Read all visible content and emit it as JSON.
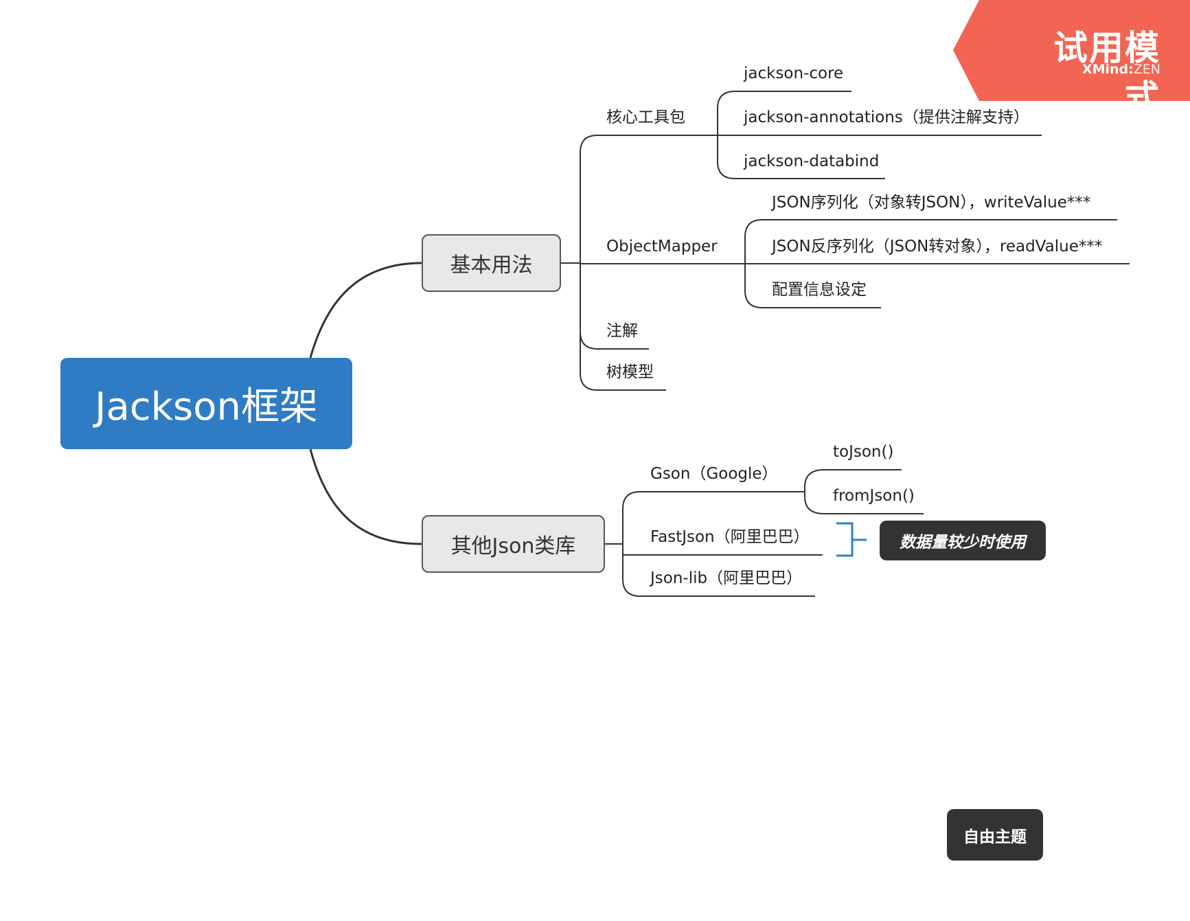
{
  "badge": {
    "title": "试用模式",
    "brand": "XMind",
    "separator": ":",
    "edition": "ZEN"
  },
  "root": {
    "label": "Jackson框架"
  },
  "branches": [
    {
      "label": "基本用法",
      "children": [
        {
          "label": "核心工具包",
          "children": [
            "jackson-core",
            "jackson-annotations（提供注解支持）",
            "jackson-databind"
          ]
        },
        {
          "label": "ObjectMapper",
          "children": [
            "JSON序列化（对象转JSON），writeValue***",
            "JSON反序列化（JSON转对象），readValue***",
            "配置信息设定"
          ]
        },
        {
          "label": "注解",
          "children": []
        },
        {
          "label": "树模型",
          "children": []
        }
      ]
    },
    {
      "label": "其他Json类库",
      "children": [
        {
          "label": "Gson（Google）",
          "children": [
            "toJson()",
            "fromJson()"
          ]
        },
        {
          "label": "FastJson（阿里巴巴）",
          "children": []
        },
        {
          "label": "Json-lib（阿里巴巴）",
          "children": []
        }
      ]
    }
  ],
  "summary_note": "数据量较少时使用",
  "floating_topic": "自由主题",
  "colors": {
    "root": "#2f7bc4",
    "badge": "#f26552",
    "note": "#333333",
    "bracket": "#2a80c8",
    "line": "#333333"
  }
}
